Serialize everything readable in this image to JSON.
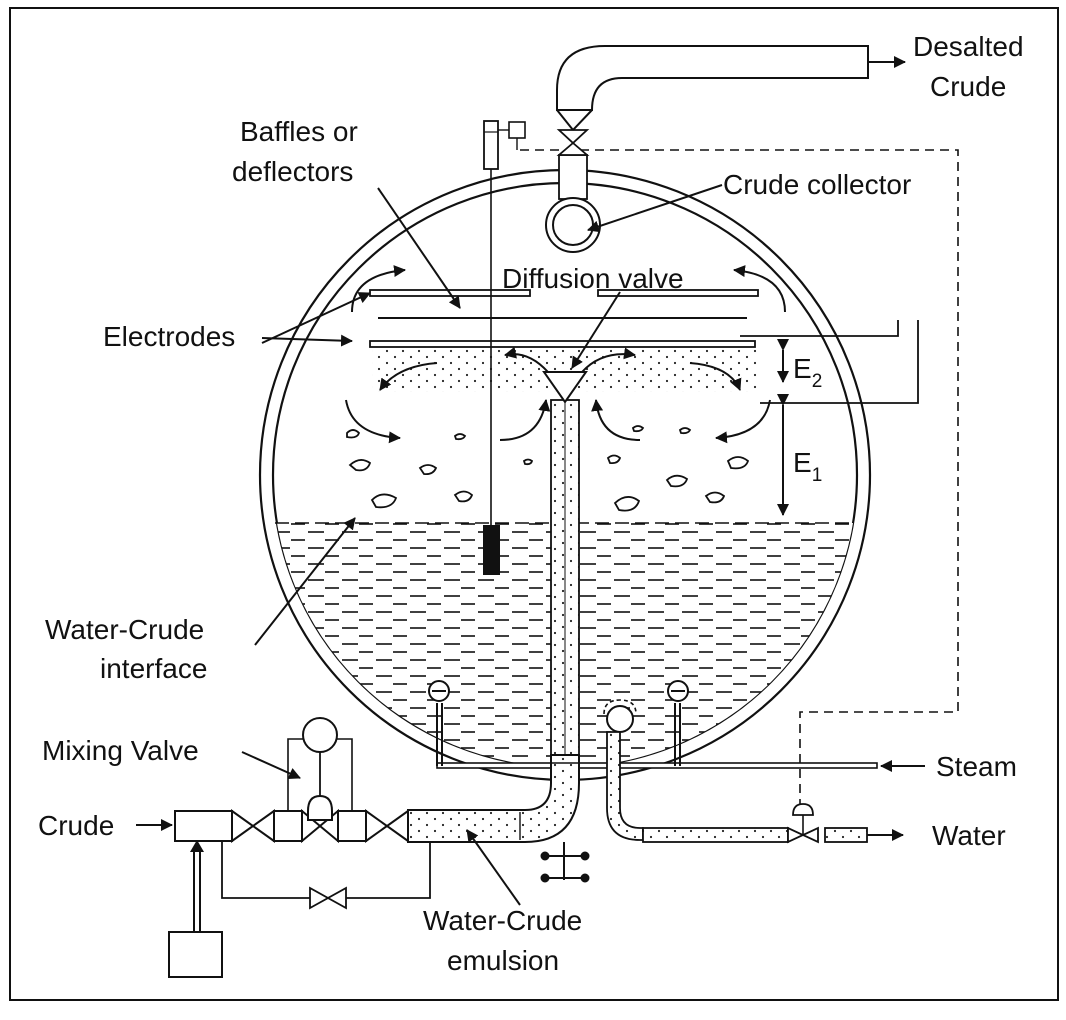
{
  "diagram": {
    "labels": {
      "desalted_line1": "Desalted",
      "desalted_line2": "Crude",
      "baffles_line1": "Baffles or",
      "baffles_line2": "deflectors",
      "crude_collector": "Crude collector",
      "diffusion_valve": "Diffusion valve",
      "electrodes": "Electrodes",
      "interface_line1": "Water-Crude",
      "interface_line2": "interface",
      "mixing_valve": "Mixing Valve",
      "crude_in": "Crude",
      "steam": "Steam",
      "water": "Water",
      "emulsion_line1": "Water-Crude",
      "emulsion_line2": "emulsion"
    },
    "dimensions": {
      "e1_letter": "E",
      "e1_subscript": "1",
      "e2_letter": "E",
      "e2_subscript": "2"
    },
    "colors": {
      "line": "#111111",
      "background": "#ffffff"
    }
  }
}
